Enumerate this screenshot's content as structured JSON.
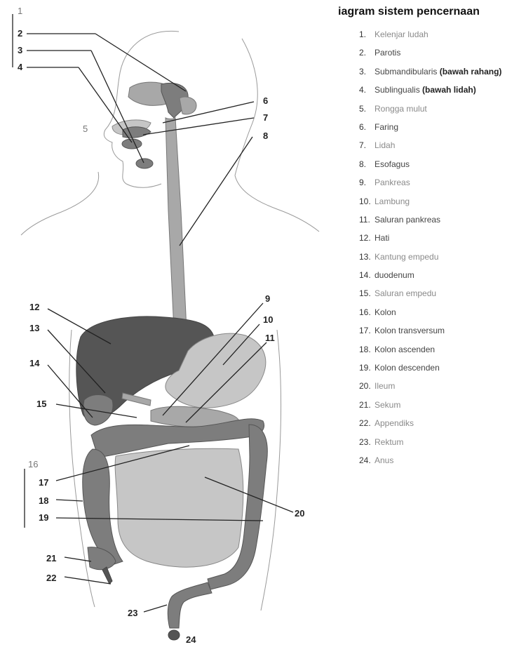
{
  "legend": {
    "title": "iagram sistem pencernaan",
    "items": [
      {
        "num": "1.",
        "text": "Kelenjar ludah",
        "extra": ""
      },
      {
        "num": "2.",
        "text": "Parotis",
        "extra": ""
      },
      {
        "num": "3.",
        "text": "Submandibularis",
        "extra": "(bawah rahang)"
      },
      {
        "num": "4.",
        "text": "Sublingualis",
        "extra": "(bawah lidah)"
      },
      {
        "num": "5.",
        "text": "Rongga mulut",
        "extra": ""
      },
      {
        "num": "6.",
        "text": "Faring",
        "extra": ""
      },
      {
        "num": "7.",
        "text": "Lidah",
        "extra": ""
      },
      {
        "num": "8.",
        "text": "Esofagus",
        "extra": ""
      },
      {
        "num": "9.",
        "text": "Pankreas",
        "extra": ""
      },
      {
        "num": "10.",
        "text": "Lambung",
        "extra": ""
      },
      {
        "num": "11.",
        "text": "Saluran pankreas",
        "extra": ""
      },
      {
        "num": "12.",
        "text": "Hati",
        "extra": ""
      },
      {
        "num": "13.",
        "text": "Kantung empedu",
        "extra": ""
      },
      {
        "num": "14.",
        "text": "duodenum",
        "extra": ""
      },
      {
        "num": "15.",
        "text": "Saluran empedu",
        "extra": ""
      },
      {
        "num": "16.",
        "text": "Kolon",
        "extra": ""
      },
      {
        "num": "17.",
        "text": "Kolon transversum",
        "extra": ""
      },
      {
        "num": "18.",
        "text": "Kolon ascenden",
        "extra": ""
      },
      {
        "num": "19.",
        "text": "Kolon descenden",
        "extra": ""
      },
      {
        "num": "20.",
        "text": "Ileum",
        "extra": ""
      },
      {
        "num": "21.",
        "text": "Sekum",
        "extra": ""
      },
      {
        "num": "22.",
        "text": "Appendiks",
        "extra": ""
      },
      {
        "num": "23.",
        "text": "Rektum",
        "extra": ""
      },
      {
        "num": "24.",
        "text": "Anus",
        "extra": ""
      }
    ]
  },
  "callouts": {
    "n1": "1",
    "n2": "2",
    "n3": "3",
    "n4": "4",
    "n5": "5",
    "n6": "6",
    "n7": "7",
    "n8": "8",
    "n9": "9",
    "n10": "10",
    "n11": "11",
    "n12": "12",
    "n13": "13",
    "n14": "14",
    "n15": "15",
    "n16": "16",
    "n17": "17",
    "n18": "18",
    "n19": "19",
    "n20": "20",
    "n21": "21",
    "n22": "22",
    "n23": "23",
    "n24": "24"
  }
}
